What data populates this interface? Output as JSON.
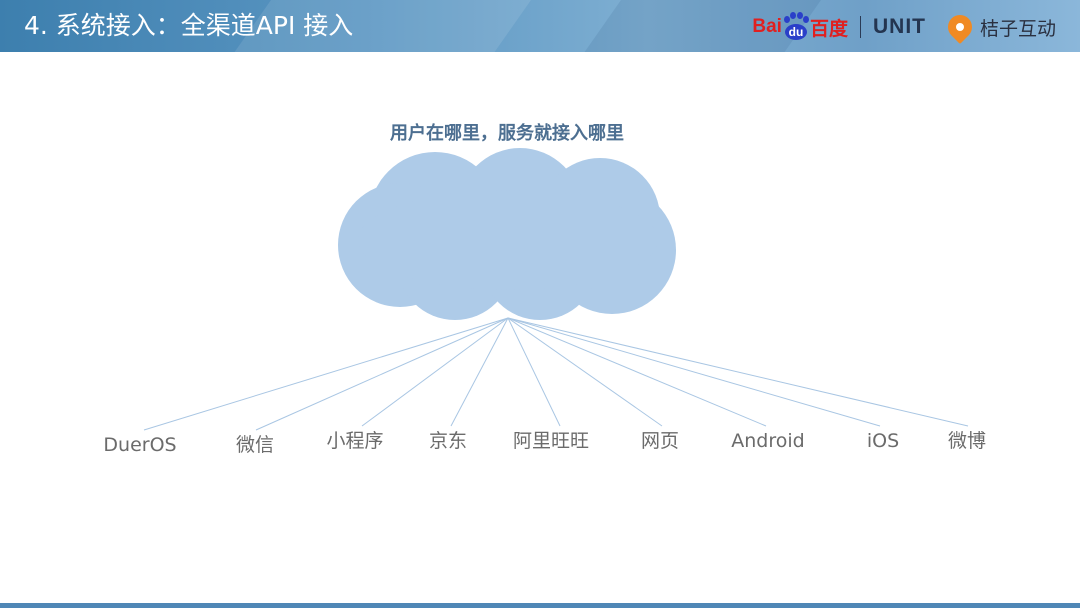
{
  "header": {
    "title": "4. 系统接入：全渠道API 接入",
    "logos": {
      "baidu_prefix": "Bai",
      "baidu_paw": "du",
      "baidu_cn": "百度",
      "unit": "UNIT",
      "juzi": "桔子互动"
    }
  },
  "diagram": {
    "heading": "用户在哪里，服务就接入哪里",
    "center_icon": "cloud-icon",
    "channels": [
      "DuerOS",
      "微信",
      "小程序",
      "京东",
      "阿里旺旺",
      "网页",
      "Android",
      "iOS",
      "微博"
    ]
  },
  "colors": {
    "header_accent": "#4f87b6",
    "cloud_fill": "#aecbe8",
    "cloud_stroke": "#ffffff",
    "connector": "#a9c6e3",
    "heading_text": "#4d6f91",
    "label_text": "#6b6b6b"
  }
}
